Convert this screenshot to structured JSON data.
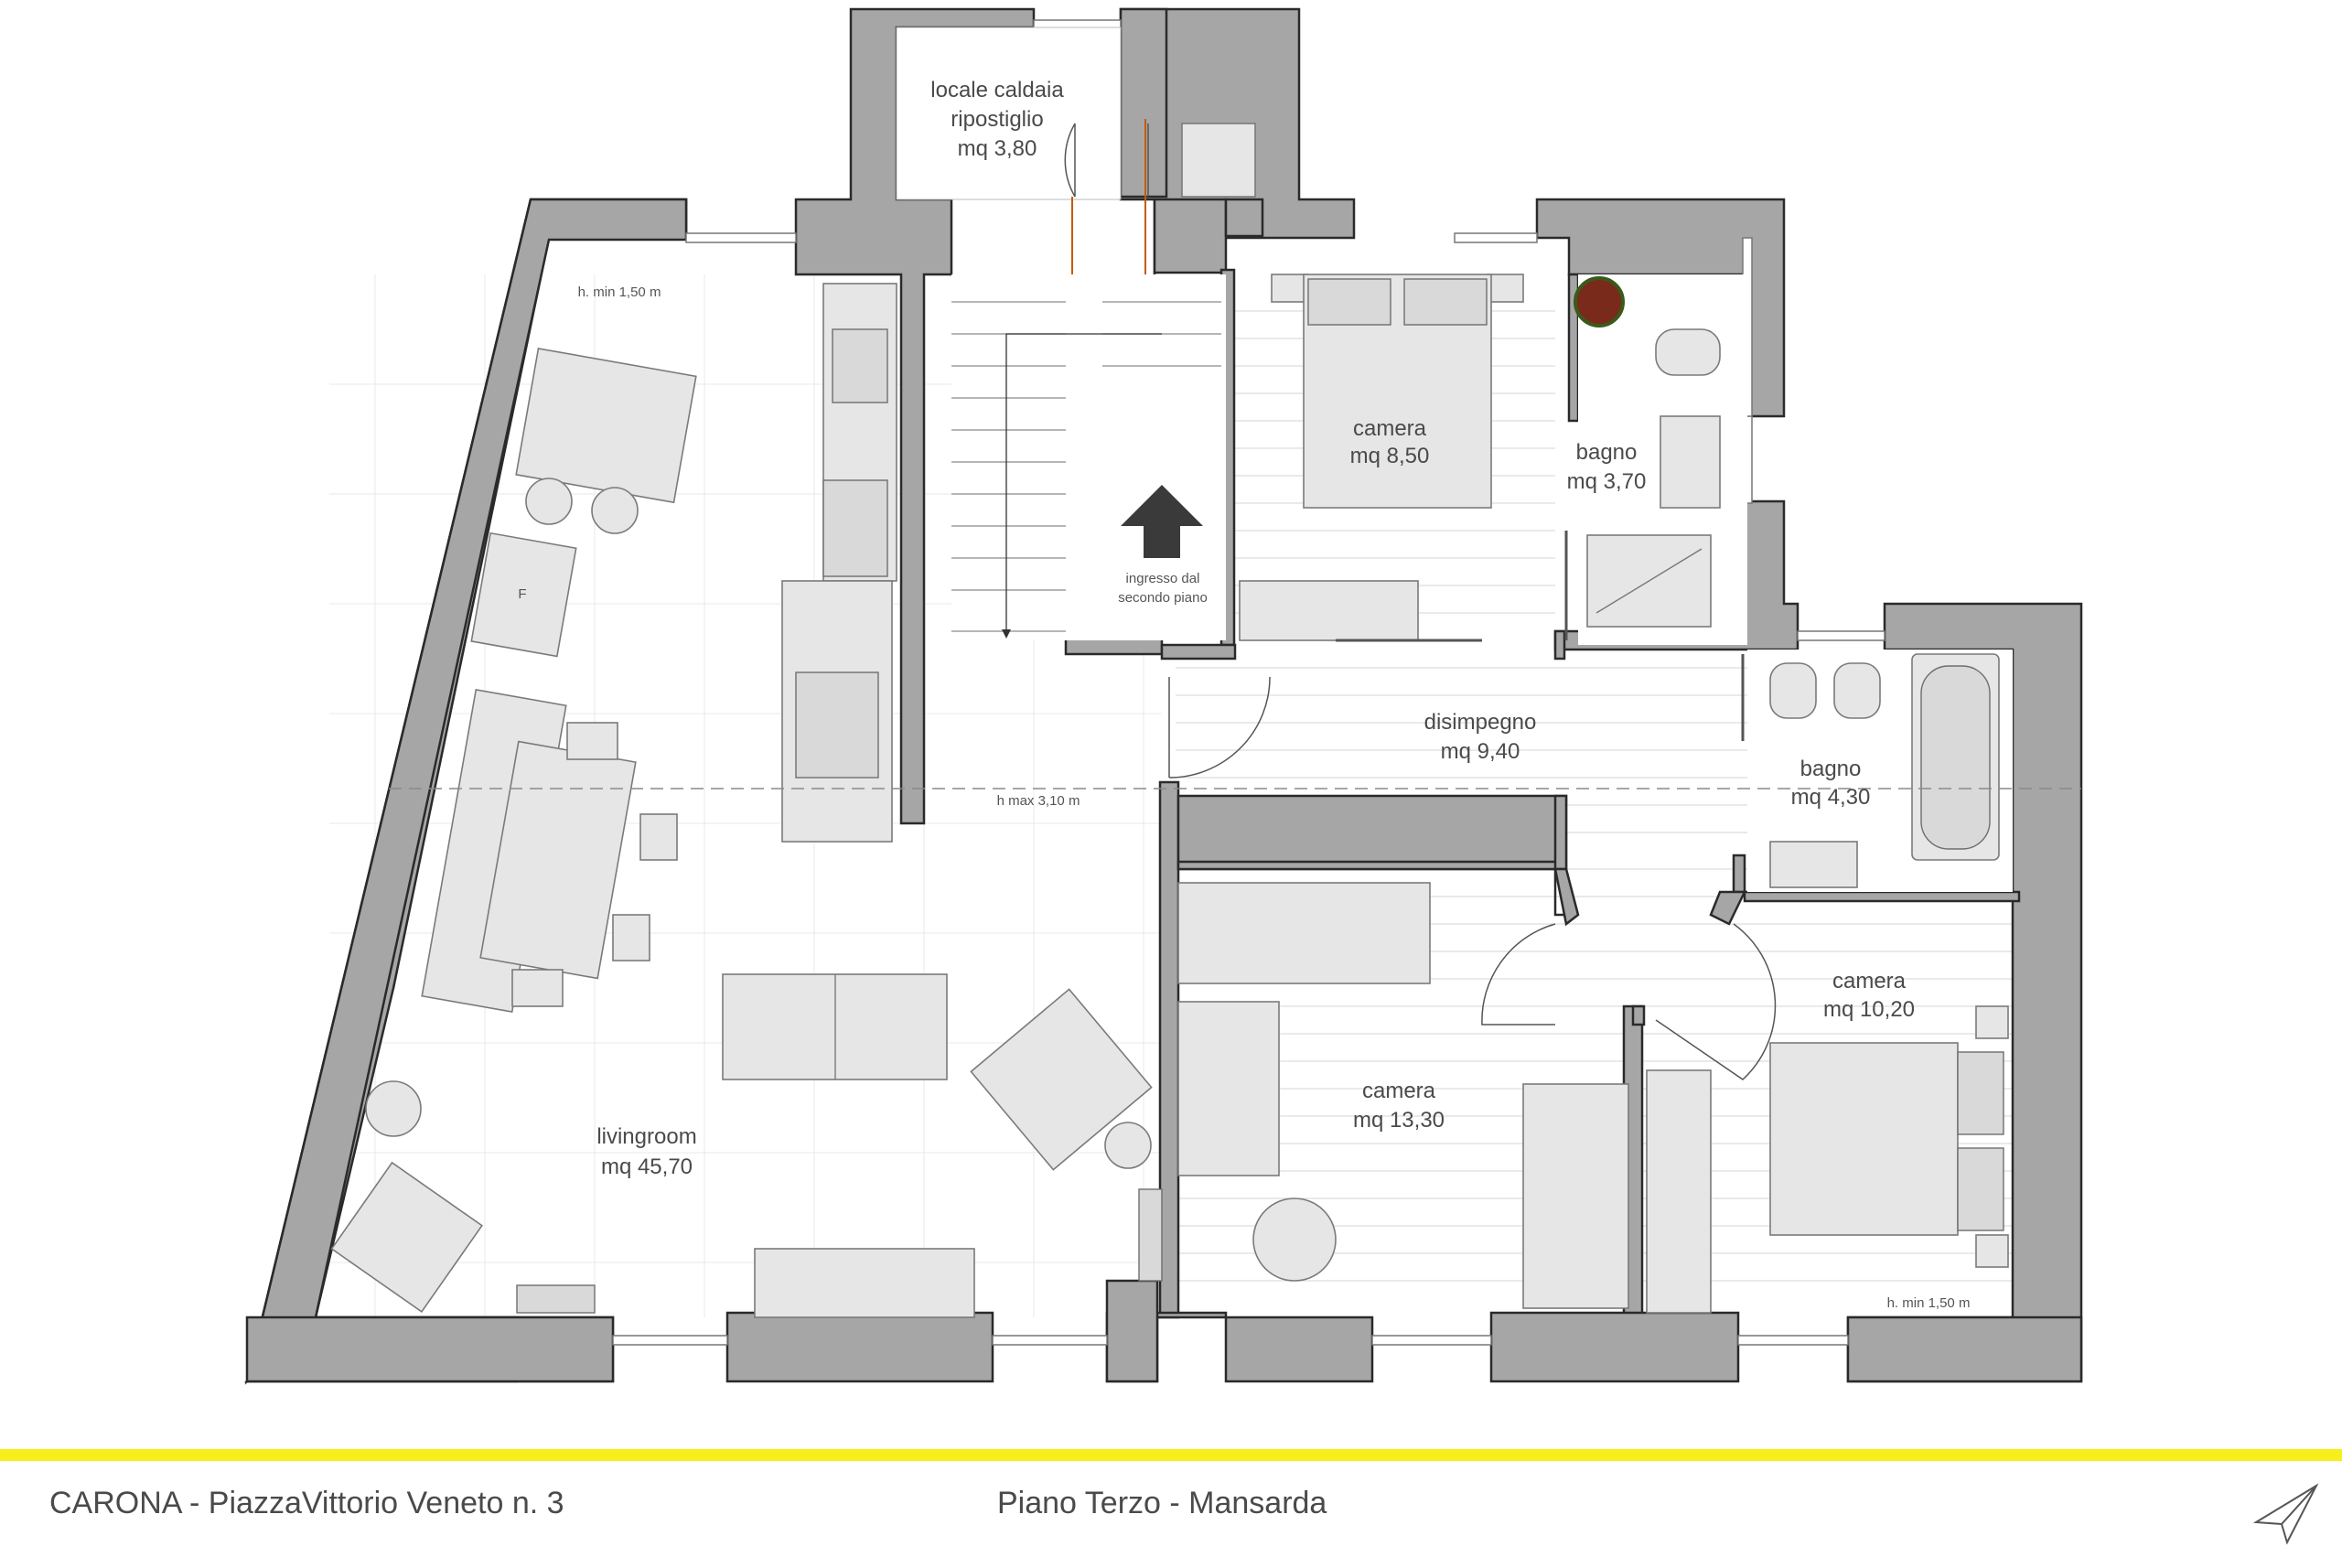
{
  "rooms": {
    "locale_caldaia": {
      "line1": "locale caldaia",
      "line2": "ripostiglio",
      "area": "mq 3,80"
    },
    "camera_1": {
      "name": "camera",
      "area": "mq 8,50"
    },
    "bagno_1": {
      "name": "bagno",
      "area": "mq 3,70"
    },
    "disimpegno": {
      "name": "disimpegno",
      "area": "mq 9,40"
    },
    "bagno_2": {
      "name": "bagno",
      "area": "mq 4,30"
    },
    "camera_2": {
      "name": "camera",
      "area": "mq 10,20"
    },
    "camera_3": {
      "name": "camera",
      "area": "mq 13,30"
    },
    "livingroom": {
      "name": "livingroom",
      "area": "mq 45,70"
    }
  },
  "notes": {
    "h_min_left": "h. min 1,50 m",
    "h_max": "h max 3,10 m",
    "h_min_right": "h. min 1,50 m",
    "entry_line1": "ingresso dal",
    "entry_line2": "secondo piano",
    "fridge": "F"
  },
  "footer": {
    "left": "CARONA - PiazzaVittorio Veneto n. 3",
    "center": "Piano Terzo - Mansarda",
    "accent": "#f7ef1c"
  },
  "icons": {
    "entry_arrow": "up-arrow-icon",
    "north": "paper-plane-icon"
  }
}
